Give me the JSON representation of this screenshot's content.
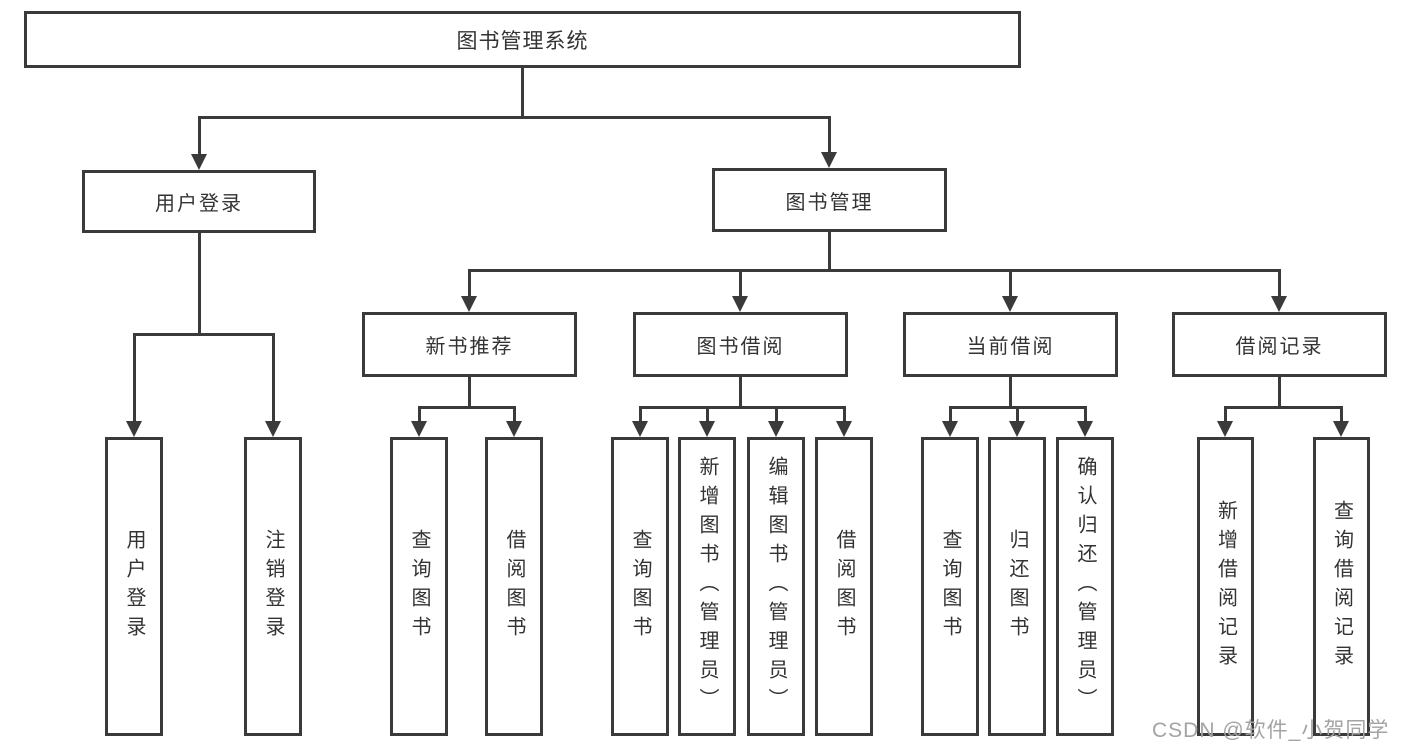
{
  "tree": {
    "label": "图书管理系统",
    "children": [
      {
        "label": "用户登录",
        "children": [
          {
            "label": "用户登录"
          },
          {
            "label": "注销登录"
          }
        ]
      },
      {
        "label": "图书管理",
        "children": [
          {
            "label": "新书推荐",
            "children": [
              {
                "label": "查询图书"
              },
              {
                "label": "借阅图书"
              }
            ]
          },
          {
            "label": "图书借阅",
            "children": [
              {
                "label": "查询图书"
              },
              {
                "label": "新增图书（管理员）"
              },
              {
                "label": "编辑图书（管理员）"
              },
              {
                "label": "借阅图书"
              }
            ]
          },
          {
            "label": "当前借阅",
            "children": [
              {
                "label": "查询图书"
              },
              {
                "label": "归还图书"
              },
              {
                "label": "确认归还（管理员）"
              }
            ]
          },
          {
            "label": "借阅记录",
            "children": [
              {
                "label": "新增借阅记录"
              },
              {
                "label": "查询借阅记录"
              }
            ]
          }
        ]
      }
    ]
  },
  "watermark": {
    "text": "CSDN @软件_小贺同学"
  },
  "colors": {
    "line": "#3a3a3a",
    "box_border": "#3a3a3a",
    "text": "#333333",
    "watermark": "#a3a3a3",
    "background": "#ffffff"
  }
}
